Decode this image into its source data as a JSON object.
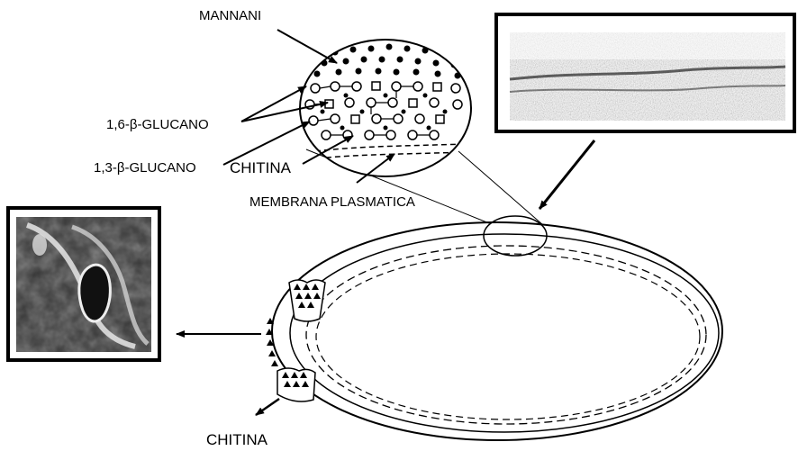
{
  "labels": {
    "mannani": "MANNANI",
    "glucano16": "1,6-β-GLUCANO",
    "glucano13": "1,3-β-GLUCANO",
    "chitina_top": "CHITINA",
    "membrana": "MEMBRANA PLASMATICA",
    "chitina_bottom": "CHITINA"
  },
  "colors": {
    "stroke": "#000000",
    "background": "#ffffff",
    "micrograph_dark": "#1a1a1a",
    "micrograph_light": "#e6e6e6"
  },
  "icons": {
    "inset_top": "electron-micrograph-cell-wall",
    "inset_left": "electron-micrograph-bud-scar"
  }
}
